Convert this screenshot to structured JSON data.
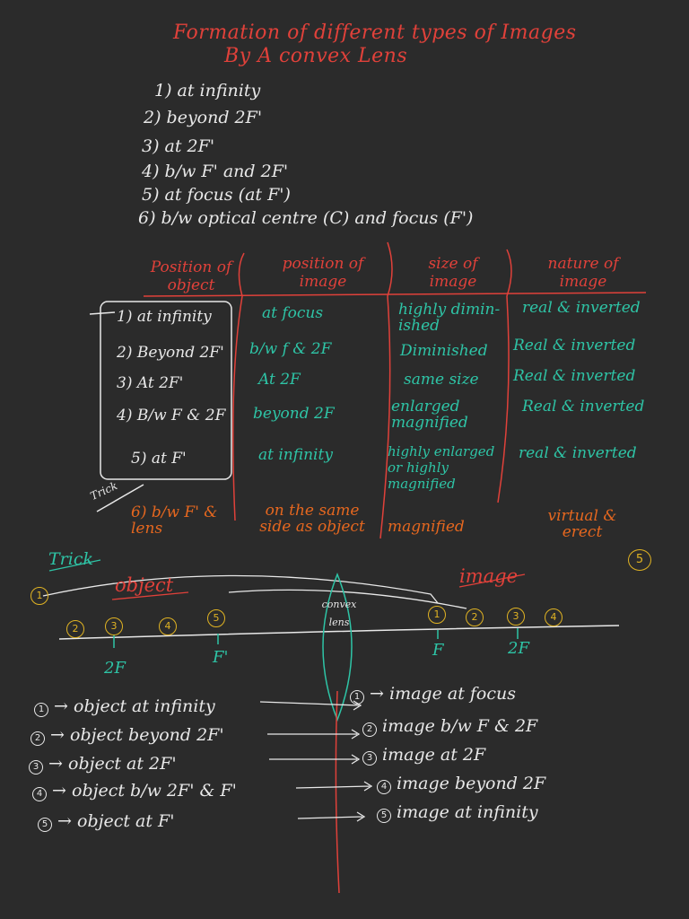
{
  "title": {
    "line1": "Formation of different types of Images",
    "line2": "By A convex Lens"
  },
  "cases": [
    "1) at infinity",
    "2) beyond 2F'",
    "3) at 2F'",
    "4) b/w F' and 2F'",
    "5) at focus (at F')",
    "6) b/w optical centre (C) and focus (F')"
  ],
  "table": {
    "headers": [
      "Position of object",
      "position of image",
      "size of image",
      "nature of image"
    ],
    "rows": [
      [
        "1) at infinity",
        "at focus",
        "highly dimin-ished",
        "real & inverted"
      ],
      [
        "2) Beyond 2F'",
        "b/w f & 2F",
        "Diminished",
        "Real & inverted"
      ],
      [
        "3) At 2F'",
        "At 2F",
        "same size",
        "Real & inverted"
      ],
      [
        "4) B/w F & 2F",
        "beyond 2F",
        "enlarged magnified",
        "Real & inverted"
      ],
      [
        "5) at F'",
        "at infinity",
        "highly enlarged or highly magnified",
        "real & inverted"
      ],
      [
        "6) b/w F' & lens",
        "on the same side as object",
        "magnified",
        "virtual & erect"
      ]
    ],
    "trick_note": "Trick"
  },
  "diagram": {
    "trick_label": "Trick",
    "object_label": "object",
    "image_label": "image",
    "lens_label": "convex lens",
    "axis_labels": [
      "2F",
      "F'",
      "F",
      "2F"
    ],
    "object_points": [
      "1",
      "2",
      "3",
      "4",
      "5"
    ],
    "image_points": [
      "1",
      "2",
      "3",
      "4"
    ],
    "corner_mark": "5"
  },
  "mapping": {
    "left": [
      {
        "num": "1",
        "text": "→ object at infinity"
      },
      {
        "num": "2",
        "text": "→ object beyond 2F'"
      },
      {
        "num": "3",
        "text": "→ object at 2F'"
      },
      {
        "num": "4",
        "text": "→ object b/w 2F' & F'"
      },
      {
        "num": "5",
        "text": "→ object at F'"
      }
    ],
    "right": [
      {
        "num": "1",
        "text": "→ image at focus"
      },
      {
        "num": "2",
        "text": "image b/w F & 2F"
      },
      {
        "num": "3",
        "text": "image at 2F"
      },
      {
        "num": "4",
        "text": "image beyond 2F"
      },
      {
        "num": "5",
        "text": "image at infinity"
      }
    ]
  }
}
